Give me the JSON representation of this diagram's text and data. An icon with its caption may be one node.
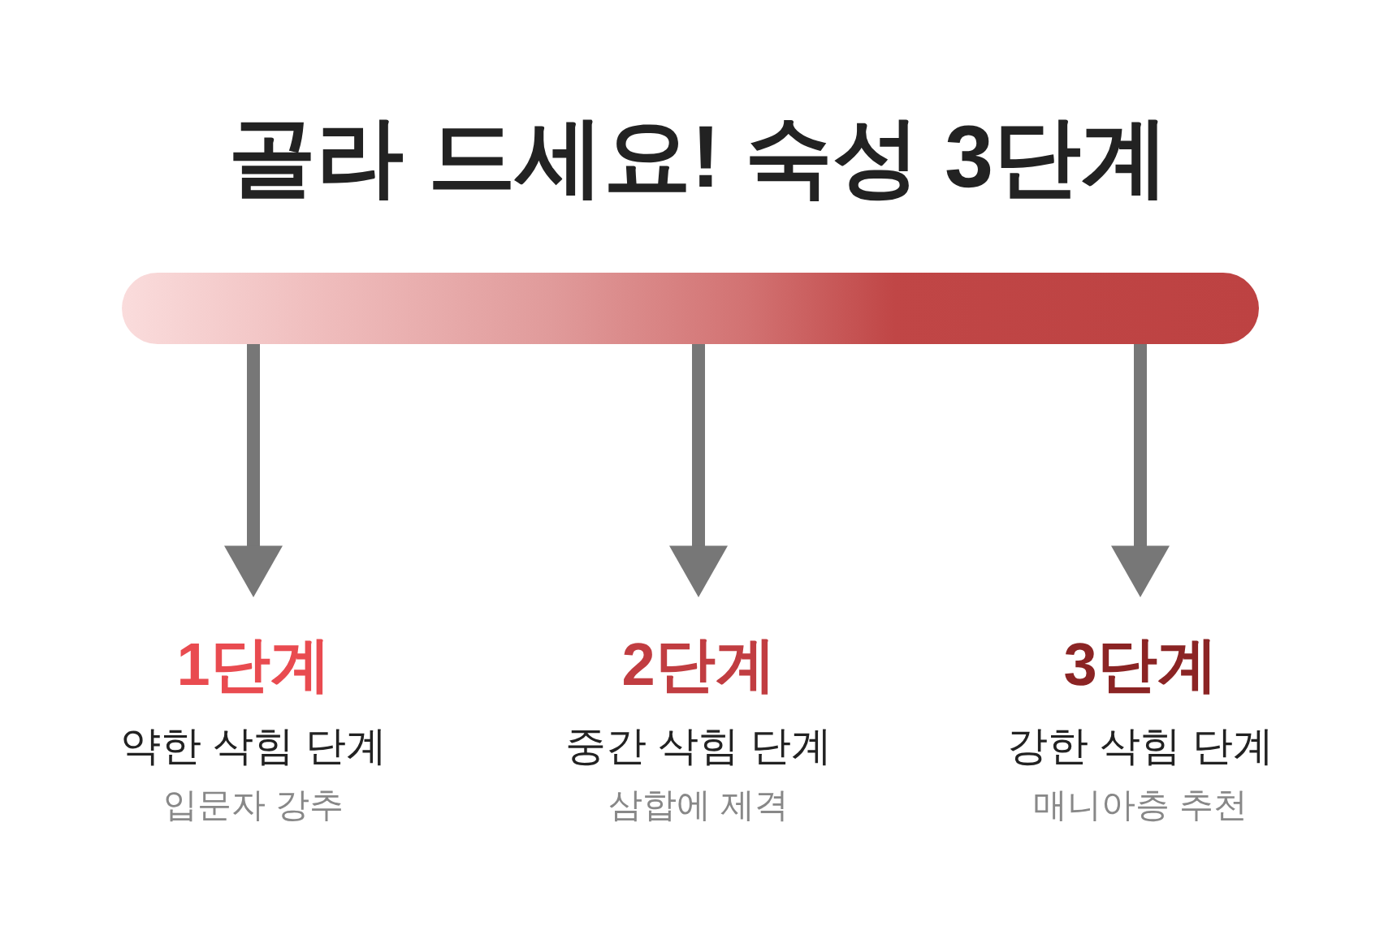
{
  "diagram": {
    "title": "골라 드세요! 숙성 3단계",
    "nodes": [
      {
        "text": [],
        "shape": "bar"
      },
      {
        "text": [
          "1단계",
          "약한 삭힘 단계",
          "입문자 강추"
        ]
      },
      {
        "text": [
          "2단계",
          "중간 삭힘 단계",
          "삼합에 제격"
        ]
      },
      {
        "text": [
          "3단계",
          "강한 삭힘 단계",
          "매니아층 추천"
        ]
      }
    ],
    "edges": [
      {
        "from": 0,
        "to": 1,
        "arrow": "to"
      },
      {
        "from": 0,
        "to": 2,
        "arrow": "to"
      },
      {
        "from": 0,
        "to": 3,
        "arrow": "to"
      }
    ]
  }
}
